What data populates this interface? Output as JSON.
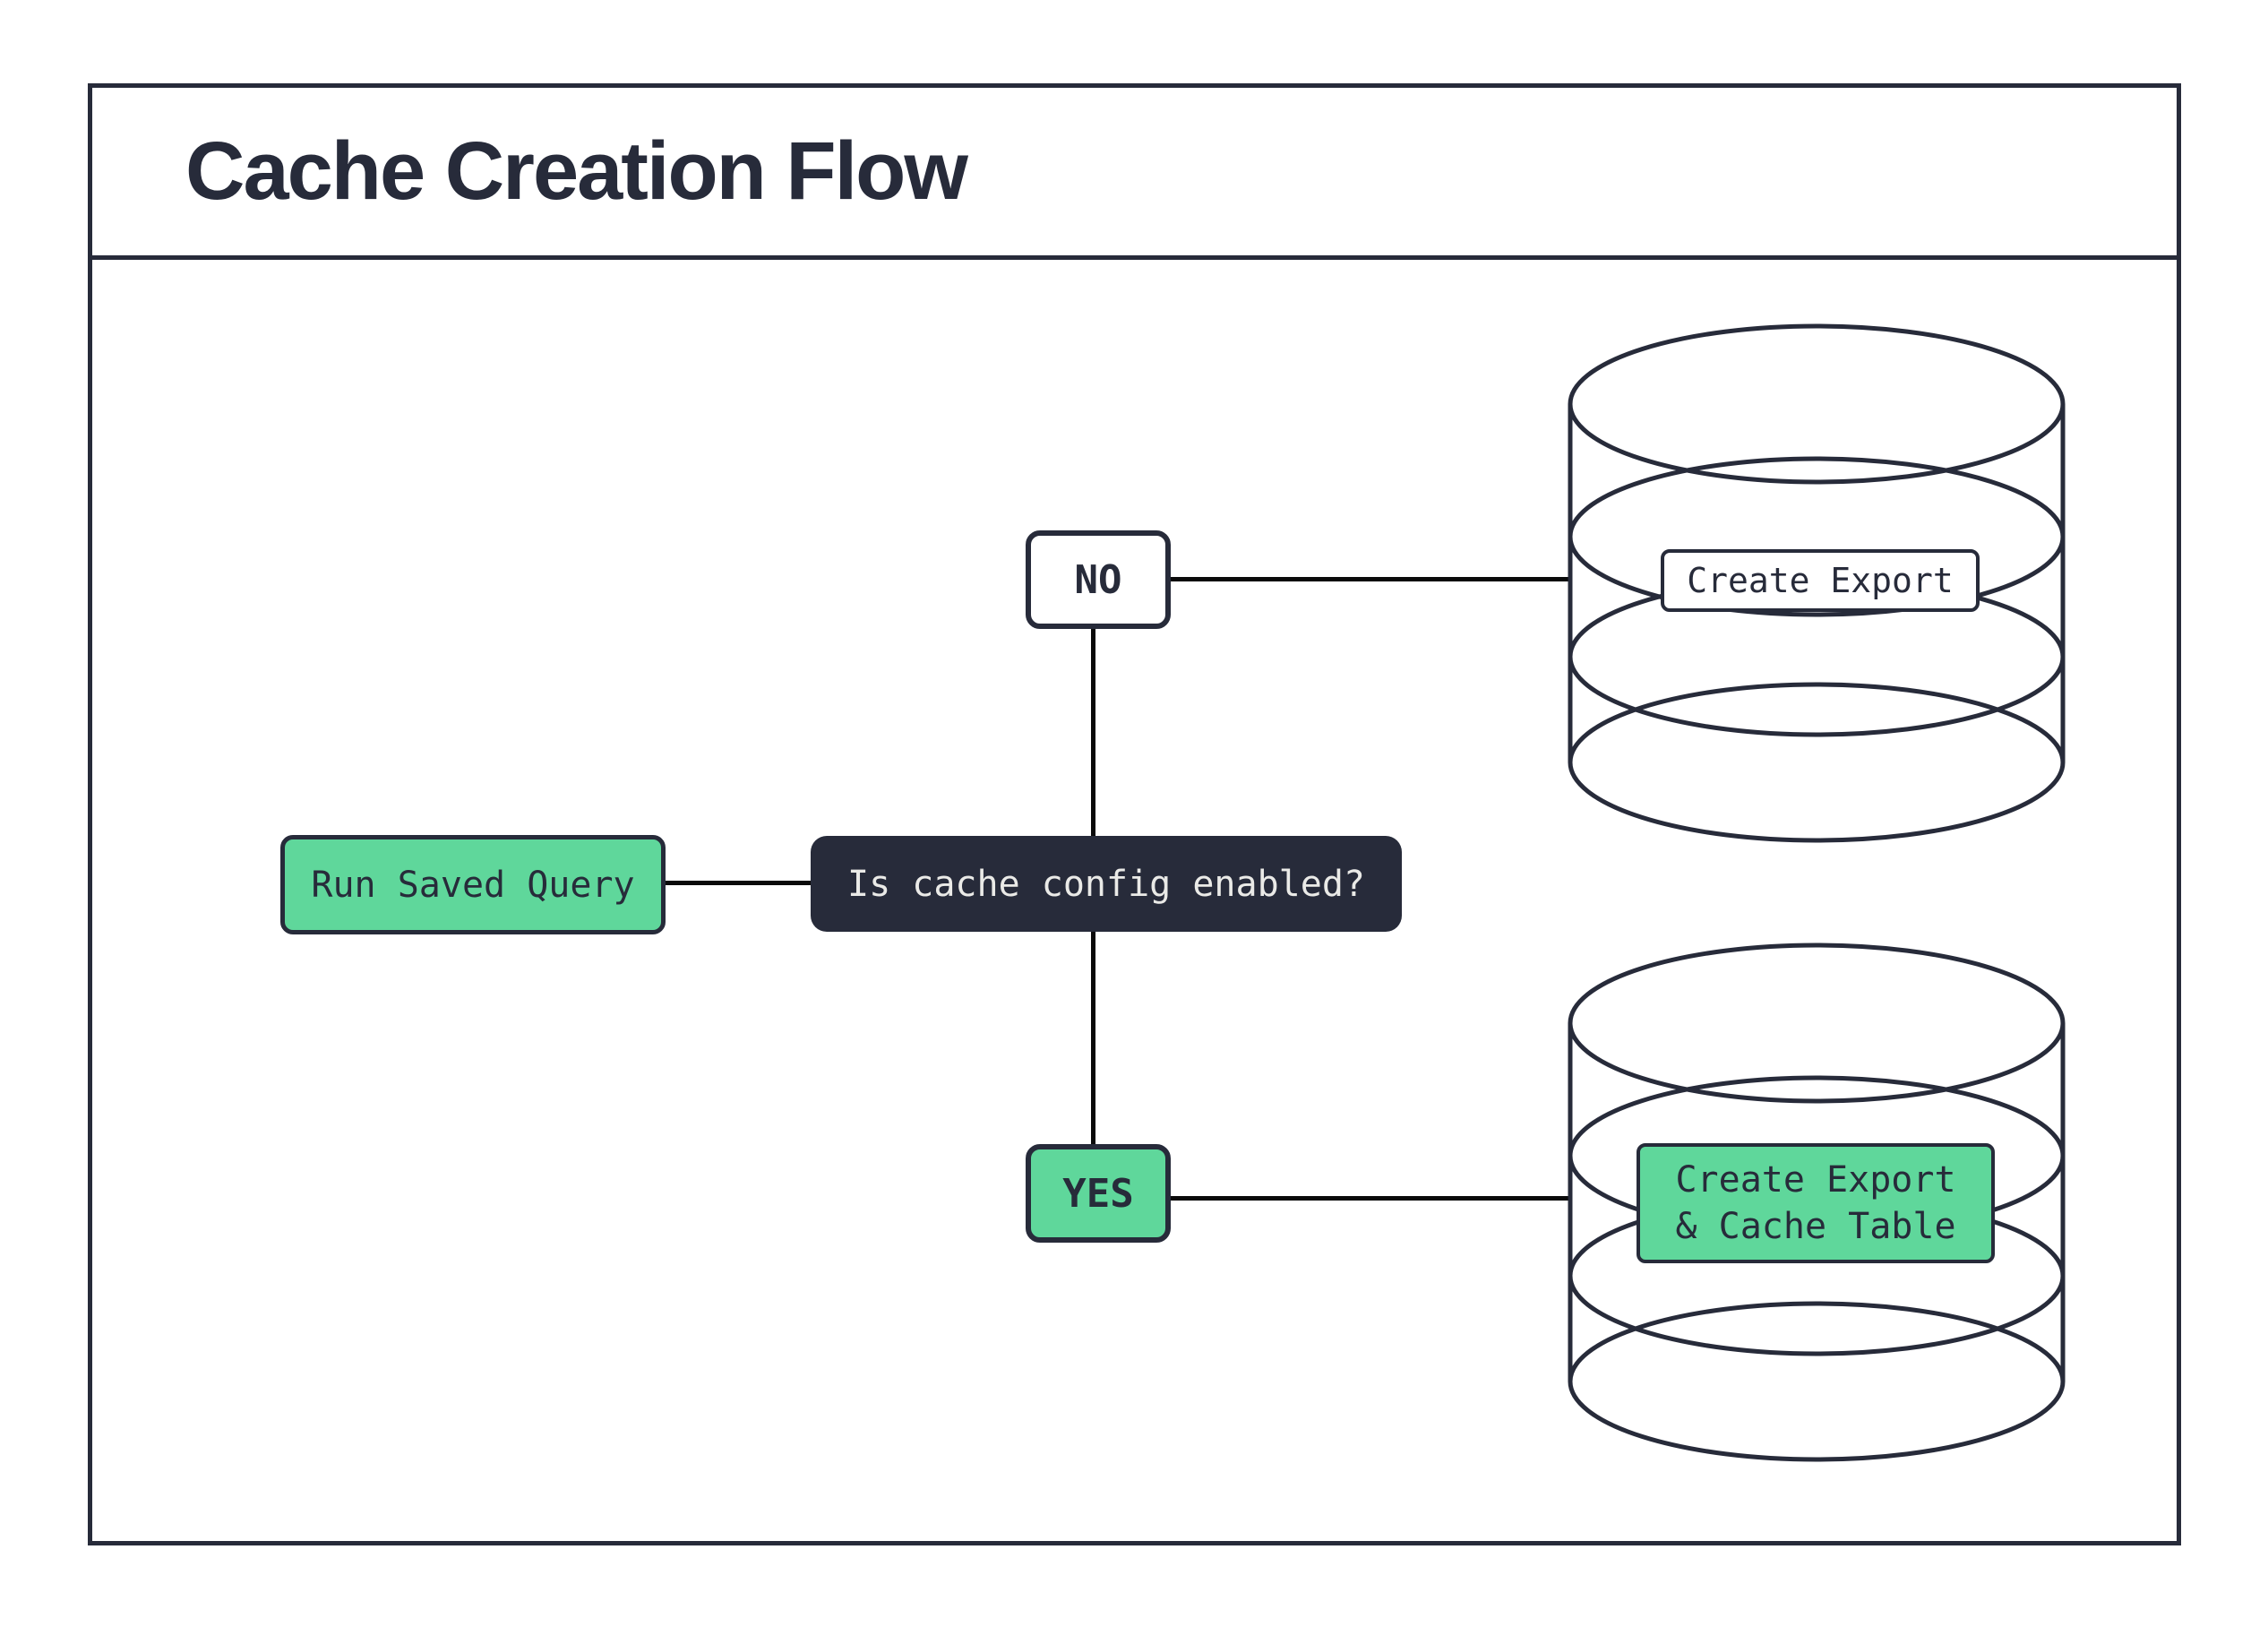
{
  "title": "Cache Creation Flow",
  "colors": {
    "ink": "#272B3A",
    "green": "#5FD79B",
    "light_text": "#EAEAE7",
    "line": "#0A0A0A",
    "background": "#FFFFFF"
  },
  "flow": {
    "start": {
      "label": "Run Saved Query"
    },
    "decision": {
      "label": "Is cache config enabled?"
    },
    "branch_no": {
      "label": "NO"
    },
    "branch_yes": {
      "label": "YES"
    },
    "no_result": {
      "label": "Create Export"
    },
    "yes_result": {
      "label_line1": "Create Export",
      "label_line2": "& Cache Table"
    }
  }
}
